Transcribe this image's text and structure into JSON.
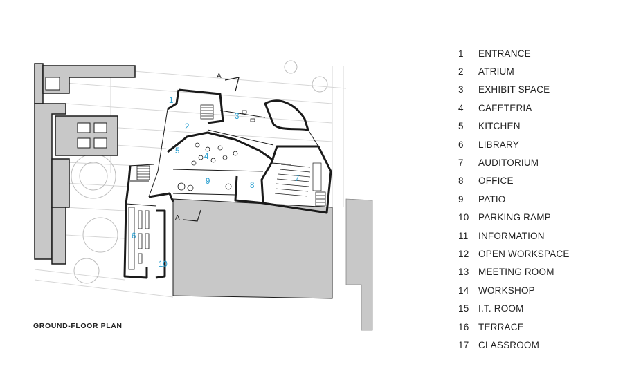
{
  "plan": {
    "title": "GROUND-FLOOR PLAN",
    "section_marker": "A",
    "room_labels": [
      "1",
      "2",
      "3",
      "4",
      "5",
      "6",
      "7",
      "8",
      "9",
      "10"
    ]
  },
  "legend": [
    {
      "num": "1",
      "label": "ENTRANCE"
    },
    {
      "num": "2",
      "label": "ATRIUM"
    },
    {
      "num": "3",
      "label": "EXHIBIT SPACE"
    },
    {
      "num": "4",
      "label": "CAFETERIA"
    },
    {
      "num": "5",
      "label": "KITCHEN"
    },
    {
      "num": "6",
      "label": "LIBRARY"
    },
    {
      "num": "7",
      "label": "AUDITORIUM"
    },
    {
      "num": "8",
      "label": "OFFICE"
    },
    {
      "num": "9",
      "label": "PATIO"
    },
    {
      "num": "10",
      "label": "PARKING RAMP"
    },
    {
      "num": "11",
      "label": "INFORMATION"
    },
    {
      "num": "12",
      "label": "OPEN WORKSPACE"
    },
    {
      "num": "13",
      "label": "MEETING ROOM"
    },
    {
      "num": "14",
      "label": "WORKSHOP"
    },
    {
      "num": "15",
      "label": "I.T. ROOM"
    },
    {
      "num": "16",
      "label": "TERRACE"
    },
    {
      "num": "17",
      "label": "CLASSROOM"
    }
  ],
  "colors": {
    "label_blue": "#2a9fd0",
    "wall": "#1a1a1a",
    "neighbor_fill": "#c8c8c8",
    "site_lines": "#d0d0d0"
  }
}
